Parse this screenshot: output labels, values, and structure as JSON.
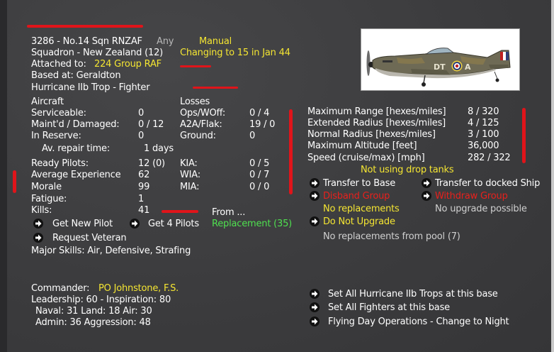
{
  "unit": {
    "id_name": "3286 - No.14 Sqn RNZAF",
    "any": "Any",
    "mode": "Manual",
    "squadron": "Squadron - New Zealand (12)",
    "changing": "Changing to 15 in Jan 44",
    "attached_label": "Attached to:",
    "attached_value": "224 Group RAF",
    "based_at": "Based at:  Geraldton",
    "aircraft_type": "Hurricane IIb Trop - Fighter"
  },
  "aircraft": {
    "header": "Aircraft",
    "serviceable_label": "Serviceable:",
    "serviceable_value": "0",
    "maintd_label": "Maint'd / Damaged:",
    "maintd_value": "0 / 12",
    "reserve_label": "In Reserve:",
    "reserve_value": "0",
    "repair_label": "Av. repair time:",
    "repair_value": "1 days"
  },
  "losses": {
    "header": "Losses",
    "ops_label": "Ops/WOff:",
    "ops_value": "0 / 4",
    "a2a_label": "A2A/Flak:",
    "a2a_value": "19 / 0",
    "ground_label": "Ground:",
    "ground_value": "0"
  },
  "pilots": {
    "ready_label": "Ready Pilots:",
    "ready_value": "12 (0)",
    "exp_label": "Average Experience",
    "exp_value": "62",
    "morale_label": "Morale",
    "morale_value": "99",
    "fatigue_label": "Fatigue:",
    "fatigue_value": "1",
    "kills_label": "Kills:",
    "kills_value": "41",
    "kia_label": "KIA:",
    "kia_value": "0 / 5",
    "wia_label": "WIA:",
    "wia_value": "0 / 7",
    "mia_label": "MIA:",
    "mia_value": "0 / 0",
    "from_label": "From ...",
    "replacement": "Replacement (35)"
  },
  "actions_left": {
    "get_new_pilot": "Get New Pilot",
    "get_4_pilots": "Get 4 Pilots",
    "request_veteran": "Request Veteran",
    "major_skills": "Major Skills: Air, Defensive, Strafing"
  },
  "range": {
    "max_label": "Maximum Range [hexes/miles]",
    "max_value": "8 / 320",
    "ext_label": "Extended Radius [hexes/miles]",
    "ext_value": "4 / 125",
    "norm_label": "Normal Radius [hexes/miles]",
    "norm_value": "3 / 100",
    "alt_label": "Maximum Altitude [feet]",
    "alt_value": "36,000",
    "speed_label": "Speed (cruise/max) [mph]",
    "speed_value": "282 / 322",
    "drop_tanks": "Not using drop tanks"
  },
  "actions_right": {
    "transfer_base": "Transfer to Base",
    "transfer_ship": "Transfer to docked Ship",
    "disband": "Disband Group",
    "withdraw": "Withdraw Group",
    "no_replacements": "No replacements",
    "no_upgrade_possible": "No upgrade possible",
    "do_not_upgrade": "Do Not Upgrade",
    "no_repl_pool": "No replacements from pool (7)"
  },
  "commander": {
    "label": "Commander:",
    "name": "PO Johnstone, F.S.",
    "line1": "Leadership: 60 - Inspiration: 80",
    "line2": "Naval: 31  Land: 18  Air: 30",
    "line3": "Admin: 36  Aggression: 48"
  },
  "base_actions": {
    "set_all_type": "Set All Hurricane IIb Trops at this base",
    "set_all_fighters": "Set All Fighters at this base",
    "flying_ops": "Flying Day Operations - Change to Night"
  },
  "plane_art": {
    "code_letters": "DT",
    "code_letter2": "A"
  },
  "colors": {
    "text": "#ffffff",
    "highlight": "#f4e532",
    "good": "#4fe04f",
    "warn": "#e8201c",
    "background": "#3d3d3f"
  }
}
